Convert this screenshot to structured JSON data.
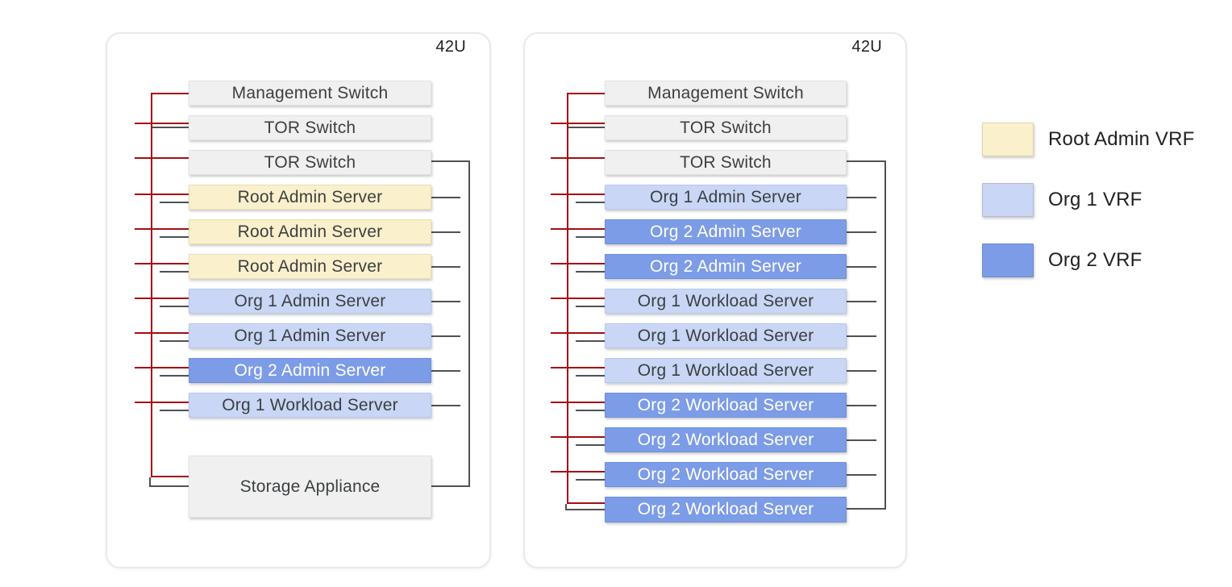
{
  "colors": {
    "background": "#ffffff",
    "management_line": "#a50e0e",
    "data_line": "#515151",
    "text_dark": "#3c4043",
    "text_light": "#ffffff",
    "vrf_fills": {
      "none": "#f0f0f0",
      "root": "#faf0cb",
      "org1": "#c9d6f5",
      "org2": "#7d9ce7"
    }
  },
  "racks": [
    {
      "capacity_label": "42U",
      "units": [
        {
          "label": "Management Switch",
          "kind": "mgmt",
          "vrf": "none"
        },
        {
          "label": "TOR Switch",
          "kind": "tor1",
          "vrf": "none"
        },
        {
          "label": "TOR Switch",
          "kind": "tor2",
          "vrf": "none"
        },
        {
          "label": "Root Admin Server",
          "kind": "server",
          "vrf": "root"
        },
        {
          "label": "Root Admin Server",
          "kind": "server",
          "vrf": "root"
        },
        {
          "label": "Root Admin Server",
          "kind": "server",
          "vrf": "root"
        },
        {
          "label": "Org 1 Admin Server",
          "kind": "server",
          "vrf": "org1"
        },
        {
          "label": "Org 1 Admin Server",
          "kind": "server",
          "vrf": "org1"
        },
        {
          "label": "Org 2 Admin Server",
          "kind": "server",
          "vrf": "org2"
        },
        {
          "label": "Org 1 Workload Server",
          "kind": "server",
          "vrf": "org1"
        },
        {
          "label": "Storage Appliance",
          "kind": "tail",
          "vrf": "none"
        }
      ]
    },
    {
      "capacity_label": "42U",
      "units": [
        {
          "label": "Management Switch",
          "kind": "mgmt",
          "vrf": "none"
        },
        {
          "label": "TOR Switch",
          "kind": "tor1",
          "vrf": "none"
        },
        {
          "label": "TOR Switch",
          "kind": "tor2",
          "vrf": "none"
        },
        {
          "label": "Org 1 Admin Server",
          "kind": "server",
          "vrf": "org1"
        },
        {
          "label": "Org 2 Admin Server",
          "kind": "server",
          "vrf": "org2"
        },
        {
          "label": "Org 2 Admin Server",
          "kind": "server",
          "vrf": "org2"
        },
        {
          "label": "Org 1 Workload Server",
          "kind": "server",
          "vrf": "org1"
        },
        {
          "label": "Org 1 Workload Server",
          "kind": "server",
          "vrf": "org1"
        },
        {
          "label": "Org 1 Workload Server",
          "kind": "server",
          "vrf": "org1"
        },
        {
          "label": "Org 2 Workload Server",
          "kind": "server",
          "vrf": "org2"
        },
        {
          "label": "Org 2 Workload Server",
          "kind": "server",
          "vrf": "org2"
        },
        {
          "label": "Org 2 Workload Server",
          "kind": "server",
          "vrf": "org2"
        },
        {
          "label": "Org 2 Workload Server",
          "kind": "tail",
          "vrf": "org2"
        }
      ]
    }
  ],
  "legend": {
    "items": [
      {
        "label": "Root Admin VRF",
        "vrf": "root"
      },
      {
        "label": "Org 1 VRF",
        "vrf": "org1"
      },
      {
        "label": "Org 2 VRF",
        "vrf": "org2"
      }
    ]
  }
}
